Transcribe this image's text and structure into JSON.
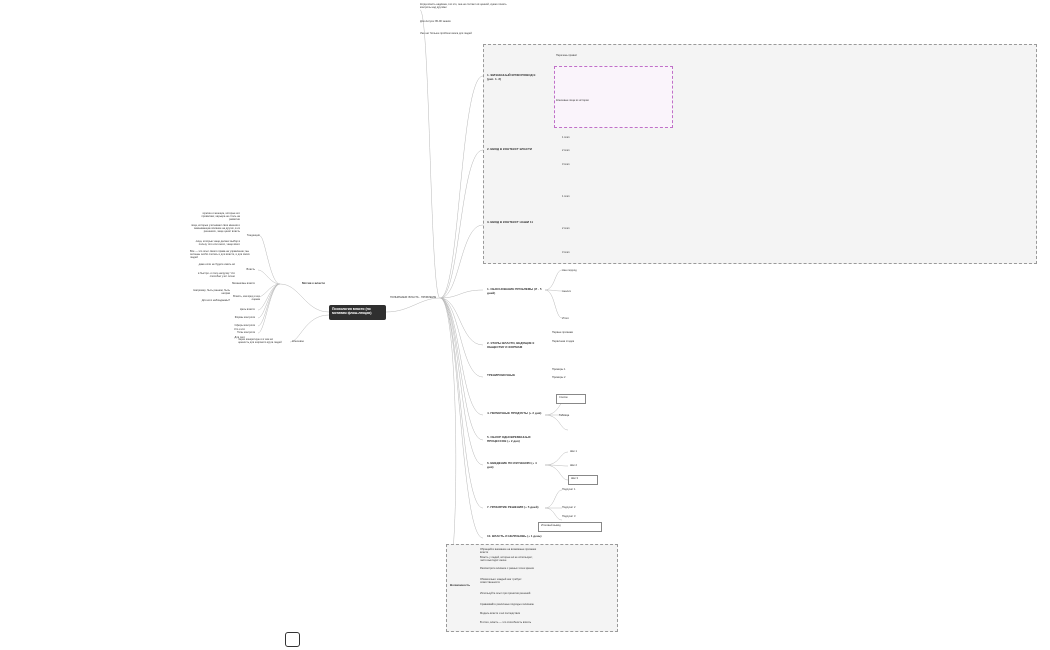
{
  "central": "Психология власти (по мотивам флэш-лекции)",
  "left": {
    "main": "Мотив к власти",
    "tendency": "Тенденции",
    "tendency_notes": [
      "мужчин и женщин, которые его проявляют, карьера не столь на развитие",
      "лица, которые учитывают свои мнения и оказывающие влияние на других, в их решениях, чаще ценят власть",
      "лица, которые чаще делают выбор в пользу того или иного, чаще всего"
    ],
    "note_top": "Все — это опыт своего права на управление; мы склонны особо считать и для власти, и для своих людей",
    "label_power": "Власть",
    "power_notes": [
      "даже если не будете иметь её",
      "в быстро- и полу-нагрузку: Что способно учит лично"
    ],
    "label_mechanisms": "Механизмы власти",
    "mechanism_notes": [
      "Например, быть ранним, быть неправ",
      "Для кого наблюдаемы?"
    ],
    "label_harm": "Власть, как вред и его оценка",
    "items": [
      "Цель власти",
      "Формы контроля",
      "Сферы контроля",
      "Типы контроля"
    ],
    "label_ko": "Кто и кто",
    "label_what": "Для чего",
    "what_note": "Через конкретную и в чем её ценность для широкого круга людей",
    "label_key": "Ключевое"
  },
  "right_root": "ПОЛНИМАЕМ: ВЛАСТЬ - ПРОБЛЕМЫ",
  "top_notes": [
    "Когда власть надёжна, это кто, она не считает её ценной, нужно понять контроль над другими",
    "Для Антуса: 80-90 знаков",
    "Уже нет больше проблем хаоса для людей"
  ],
  "branches": [
    {
      "title": "1. ЖИЗНЕННЫЙ КРИКОПОВОД Е (рис. 1. 2)",
      "sub": [
        "Перечень правил",
        "Ключевые лица из истории"
      ]
    },
    {
      "title": "2. ВВОД В КОНТЕКСТ ВЛАСТИ",
      "sub": [
        "1 этап",
        "2 этап",
        "3 этап"
      ]
    },
    {
      "title": "3. ВВОД В КОНТЕКСТ НАШИ 11",
      "sub": [
        "1 этап",
        "2 этап",
        "3 этап"
      ]
    },
    {
      "title": "1. ОБОСНОВАНИЕ ПРОБЛЕМЫ (Л - 5 дней)",
      "sub": [
        "Наш подход",
        "Анализ",
        "Итоги"
      ]
    },
    {
      "title": "2. ЭТАПЫ ВЛАСТИ, ВЕДУЩИЕ К ОБЩЕСТВУ И ФОРМАМ",
      "sub": [
        "Первые признаки",
        "Первичная стадия"
      ]
    },
    {
      "title": "ТРЕНИРОВОЧНЫЕ",
      "sub": [
        "Примеры 1",
        "Примеры 2"
      ]
    },
    {
      "title": "4. ПЕРВИЧНЫЕ ПРОДУКТЫ (+ 2 дня)",
      "sub": [
        "Список",
        "Таблица"
      ]
    },
    {
      "title": "5. ОБЗОР ОДНОВРЕМЕННЫХ ПРОЦЕССОВ (+ 2 дня)",
      "sub": []
    },
    {
      "title": "6. ВВЕДЕНИЕ ПО ИЗУЧЕНИЮ (+ 4 дня)",
      "sub": [
        "Шаг 1",
        "Шаг 2",
        "Шаг 3"
      ]
    },
    {
      "title": "7. ПРИНЯТИЕ РЕШЕНИЯ (+ 5 дней)",
      "sub": [
        "Подпункт 1",
        "Подпункт 2",
        "Подпункт 3",
        "Итоговый вывод"
      ]
    },
    {
      "title": "10. ВЛАСТЬ И НЕЛЮБОВЬ (+ 1 день)",
      "sub": []
    }
  ],
  "bottom_group": {
    "title": "Возможность",
    "items": [
      "Обращайте внимание на возможные признаки власти",
      "Власть у людей, которые её не используют, часто выглядит иначе",
      "Рассмотрите влияние с разных точек зрения",
      "Обязательно: каждый шаг требует ответственности",
      "Используйте опыт при принятии решений",
      "Сравнивайте различные подходы к влиянию",
      "Модель власти и её последствия",
      "В итоге, власть — это способность влиять"
    ]
  }
}
